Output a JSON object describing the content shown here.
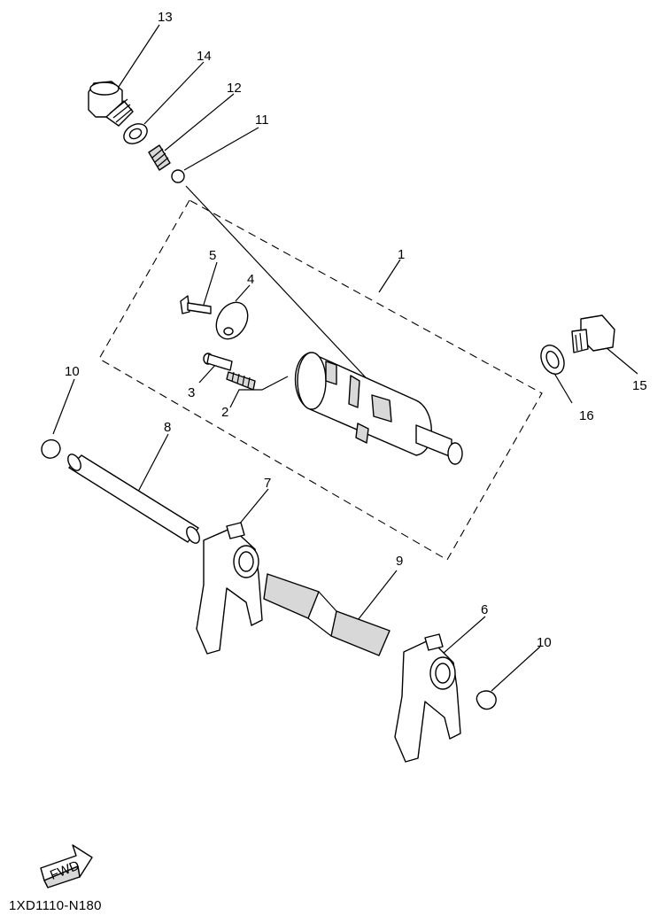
{
  "diagram": {
    "reference_code": "1XD1110-N180",
    "fwd_label": "FWD",
    "callouts": [
      {
        "id": "1",
        "label": "1"
      },
      {
        "id": "2",
        "label": "2"
      },
      {
        "id": "3",
        "label": "3"
      },
      {
        "id": "4",
        "label": "4"
      },
      {
        "id": "5",
        "label": "5"
      },
      {
        "id": "6",
        "label": "6"
      },
      {
        "id": "7",
        "label": "7"
      },
      {
        "id": "8",
        "label": "8"
      },
      {
        "id": "9",
        "label": "9"
      },
      {
        "id": "10a",
        "label": "10"
      },
      {
        "id": "10b",
        "label": "10"
      },
      {
        "id": "11",
        "label": "11"
      },
      {
        "id": "12",
        "label": "12"
      },
      {
        "id": "13",
        "label": "13"
      },
      {
        "id": "14",
        "label": "14"
      },
      {
        "id": "15",
        "label": "15"
      },
      {
        "id": "16",
        "label": "16"
      }
    ]
  }
}
